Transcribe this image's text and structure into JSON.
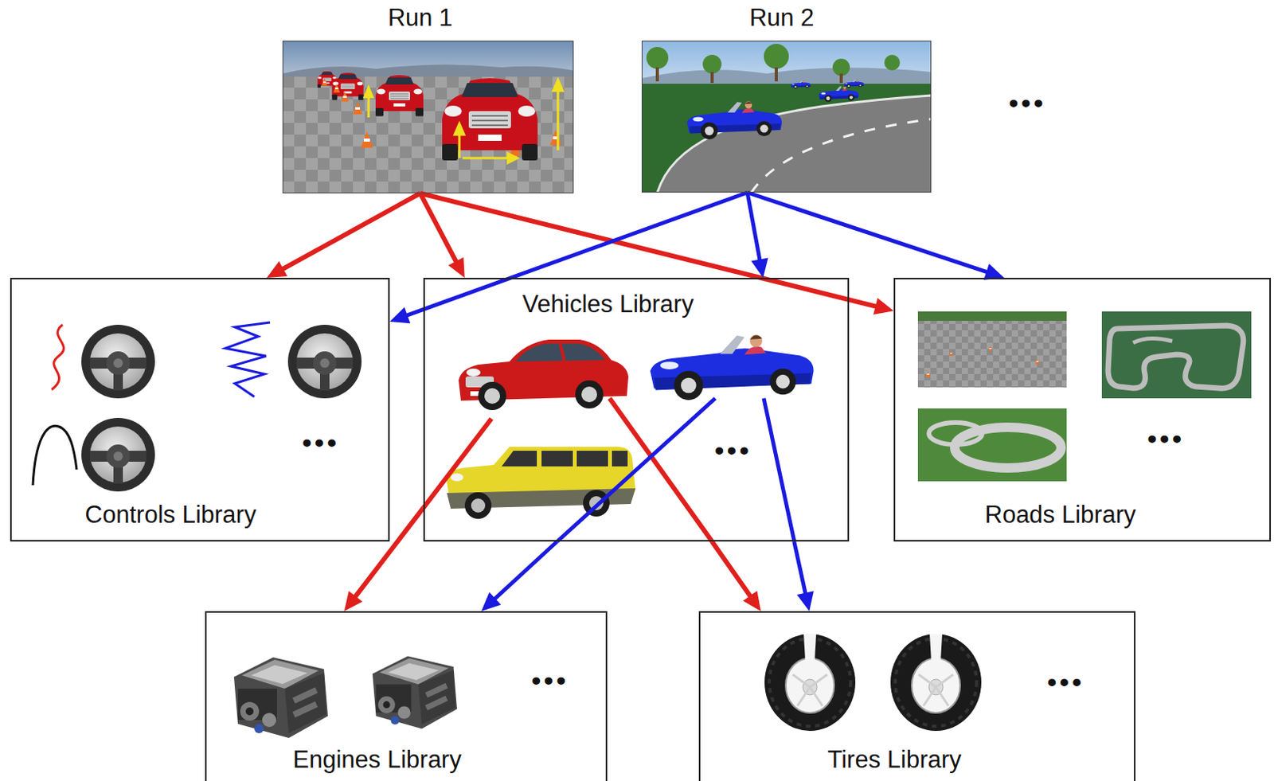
{
  "diagram": {
    "nodes": [
      {
        "text": [
          "Run 1"
        ]
      },
      {
        "text": [
          "Run 2"
        ]
      },
      {
        "text": [
          "Controls Library"
        ]
      },
      {
        "text": [
          "Vehicles Library"
        ]
      },
      {
        "text": [
          "Roads Library"
        ]
      },
      {
        "text": [
          "Engines Library"
        ]
      },
      {
        "text": [
          "Tires Library"
        ]
      }
    ],
    "edges": [
      {
        "from": 0,
        "to": 2,
        "arrow": "to"
      },
      {
        "from": 0,
        "to": 3,
        "arrow": "to"
      },
      {
        "from": 0,
        "to": 4,
        "arrow": "to"
      },
      {
        "from": 1,
        "to": 2,
        "arrow": "to"
      },
      {
        "from": 1,
        "to": 3,
        "arrow": "to"
      },
      {
        "from": 1,
        "to": 4,
        "arrow": "to"
      },
      {
        "from": 3,
        "to": 5,
        "arrow": "to"
      },
      {
        "from": 3,
        "to": 5,
        "arrow": "to"
      },
      {
        "from": 3,
        "to": 6,
        "arrow": "to"
      },
      {
        "from": 3,
        "to": 6,
        "arrow": "to"
      }
    ],
    "labels": [
      "•••",
      "•••",
      "•••",
      "•••",
      "•••",
      "•••"
    ]
  }
}
